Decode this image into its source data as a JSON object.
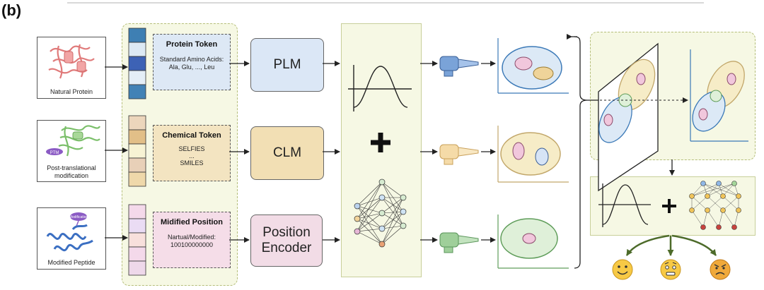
{
  "panel_label": "(b)",
  "inputs": [
    {
      "caption": "Natural Protein"
    },
    {
      "caption": "Post-translational modification"
    },
    {
      "caption": "Modified Peptide"
    }
  ],
  "tokens": [
    {
      "title": "Protein Token",
      "body": "Standard  Amino Acids: Ala, Glu, ..., Leu",
      "color": "#dde8f5"
    },
    {
      "title": "Chemical Token",
      "body": "SELFIES\n...\nSMILES",
      "color": "#f3e4c1"
    },
    {
      "title": "Midified Position",
      "body": "Nartual/Modified: 100100000000",
      "color": "#f5dde8"
    }
  ],
  "models": [
    {
      "label": "PLM",
      "color": "#dbe7f6"
    },
    {
      "label": "CLM",
      "color": "#f2dfb4"
    },
    {
      "label": "Position Encoder",
      "color": "#f2dce6"
    }
  ],
  "icon_labels": {
    "ptm": "PTM",
    "modification": "Modification"
  },
  "colors": {
    "panel": "#f6f8e4",
    "blue": "#3b79b7",
    "gold": "#e6c68a",
    "green": "#c9e2c1",
    "pink": "#f3c8da"
  },
  "outcome_icons": [
    "smiling-face-icon",
    "worried-face-icon",
    "angry-face-icon"
  ]
}
